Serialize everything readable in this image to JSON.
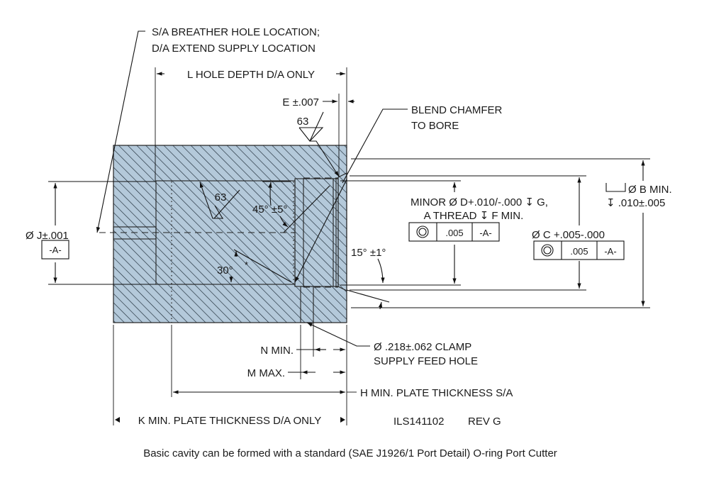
{
  "drawing": {
    "title": "O-ring port cavity cross-section",
    "part_number": "ILS141102",
    "revision": "REV G",
    "caption": "Basic cavity can be formed with a standard (SAE J1926/1 Port Detail) O-ring Port Cutter",
    "colors": {
      "section_fill": "#b4c9da",
      "hatch": "#1c2a36",
      "bore_light": "#bfd4e6",
      "bore_dark": "#8f98a2",
      "line": "#111111"
    }
  },
  "callouts": {
    "breather_line1": "S/A BREATHER HOLE LOCATION;",
    "breather_line2": "D/A EXTEND SUPPLY LOCATION",
    "hole_depth": "L HOLE DEPTH D/A ONLY",
    "e_tol": "E ±.007",
    "finish_top": "63",
    "blend_line1": "BLEND CHAMFER",
    "blend_line2": "TO BORE",
    "finish_bore": "63",
    "angle_45": "45° ±5°",
    "angle_30": "30°",
    "angle_30_note": "*",
    "angle_15": "15° ±1°",
    "j_dim": "Ø J±.001",
    "datum_a": "-A-",
    "minor_d_line1": "MINOR Ø D+.010/-.000 ↧ G,",
    "minor_d_line2": "A THREAD ↧  F MIN.",
    "c_dim": "Ø C +.005-.000",
    "b_line1": "Ø B MIN.",
    "b_line2": "↧ .010±.005",
    "clamp_line1": "Ø .218±.062 CLAMP",
    "clamp_line2": "SUPPLY FEED HOLE",
    "n_min": "N MIN.",
    "m_max": "M MAX.",
    "h_min": "H MIN. PLATE THICKNESS S/A",
    "k_min": "K MIN. PLATE THICKNESS D/A ONLY"
  },
  "feature_frames": [
    {
      "symbol": "concentricity-icon",
      "tolerance": ".005",
      "datum": "-A-"
    },
    {
      "symbol": "concentricity-icon",
      "tolerance": ".005",
      "datum": "-A-"
    }
  ]
}
